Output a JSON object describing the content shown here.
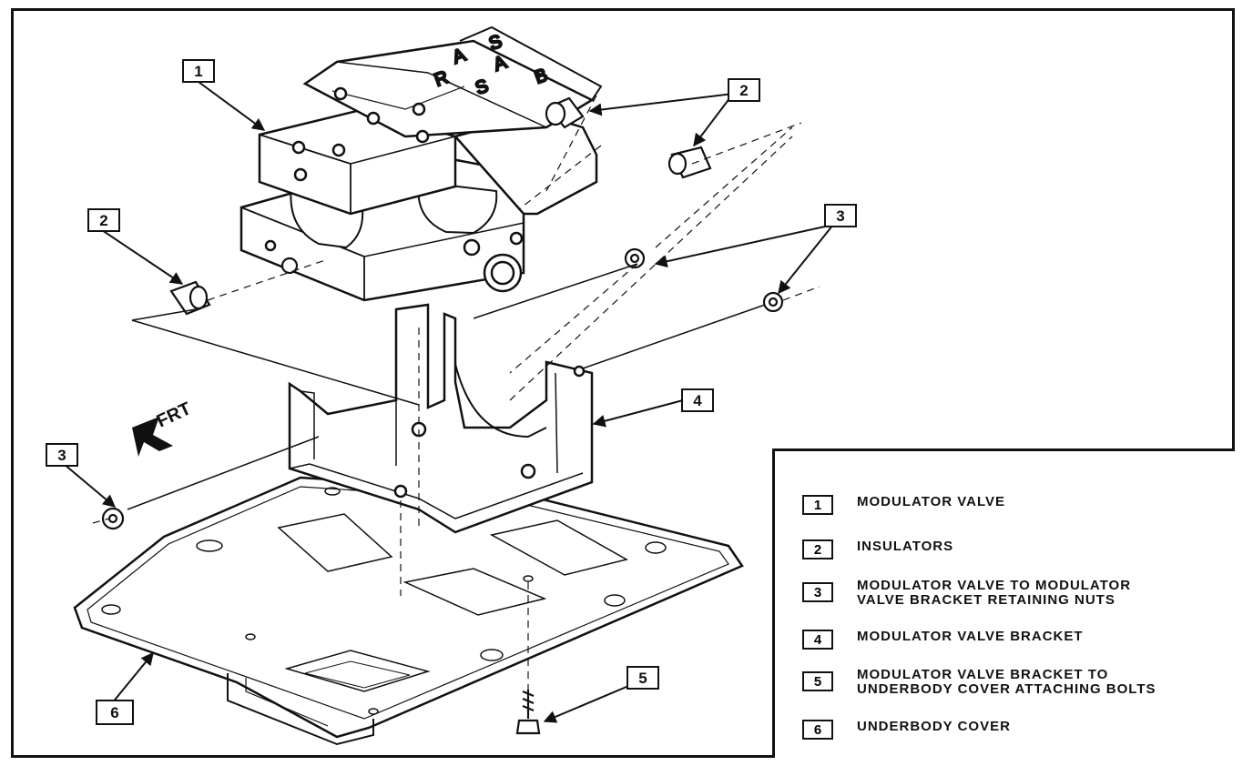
{
  "callouts": {
    "c1": "1",
    "c2a": "2",
    "c2b": "2",
    "c3a": "3",
    "c3b": "3",
    "c4": "4",
    "c5": "5",
    "c6": "6"
  },
  "direction_label": "FRT",
  "valve_letters": [
    "A",
    "B",
    "S",
    "A",
    "S",
    "R"
  ],
  "legend": [
    {
      "num": "1",
      "text": "MODULATOR VALVE"
    },
    {
      "num": "2",
      "text": "INSULATORS"
    },
    {
      "num": "3",
      "text": "MODULATOR VALVE TO MODULATOR\nVALVE BRACKET RETAINING NUTS"
    },
    {
      "num": "4",
      "text": "MODULATOR VALVE BRACKET"
    },
    {
      "num": "5",
      "text": "MODULATOR VALVE BRACKET TO\nUNDERBODY COVER ATTACHING BOLTS"
    },
    {
      "num": "6",
      "text": "UNDERBODY COVER"
    }
  ],
  "colors": {
    "ink": "#111111",
    "paper": "#ffffff"
  }
}
